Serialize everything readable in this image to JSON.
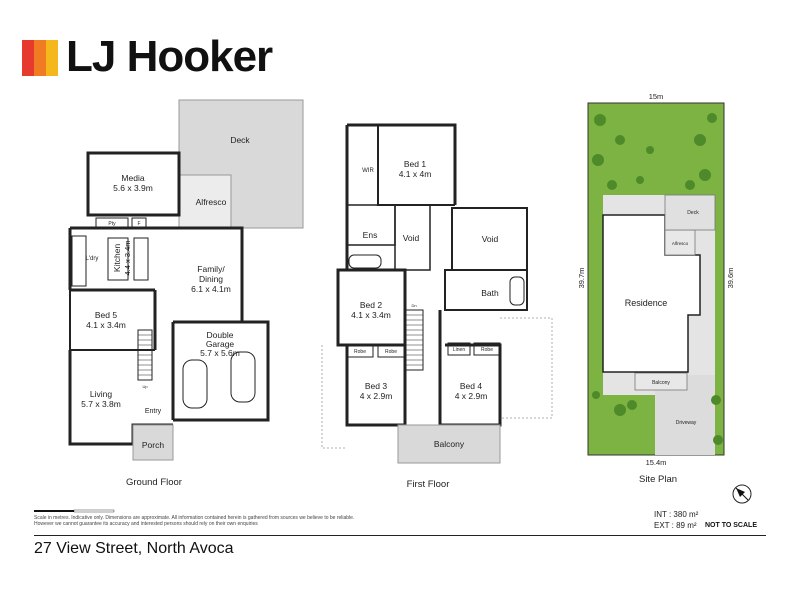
{
  "brand": {
    "name": "LJ Hooker",
    "colors": [
      "#e63a2f",
      "#f07b22",
      "#f5b81c"
    ]
  },
  "ground_floor": {
    "caption": "Ground Floor",
    "rooms": {
      "deck": "Deck",
      "media": "Media",
      "media_dim": "5.6 x 3.9m",
      "alfresco": "Alfresco",
      "pty": "Pty",
      "fridge": "F",
      "ldry": "L'dry",
      "kitchen": "Kitchen",
      "kitchen_dim": "4.4 x 3.4m",
      "family": "Family/",
      "dining": "Dining",
      "family_dim": "6.1 x 4.1m",
      "bed5": "Bed 5",
      "bed5_dim": "4.1 x 3.4m",
      "garage": "Double",
      "garage2": "Garage",
      "garage_dim": "5.7 x 5.6m",
      "living": "Living",
      "living_dim": "5.7 x 3.8m",
      "entry": "Entry",
      "porch": "Porch",
      "up": "Up"
    }
  },
  "first_floor": {
    "caption": "First Floor",
    "rooms": {
      "bed1": "Bed 1",
      "bed1_dim": "4.1 x 4m",
      "wir": "WIR",
      "ens": "Ens",
      "void1": "Void",
      "void2": "Void",
      "bath": "Bath",
      "bed2": "Bed 2",
      "bed2_dim": "4.1 x 3.4m",
      "robe1": "Robe",
      "robe2": "Robe",
      "robe3": "Robe",
      "linen": "Linen",
      "bed3": "Bed 3",
      "bed3_dim": "4 x 2.9m",
      "bed4": "Bed 4",
      "bed4_dim": "4 x 2.9m",
      "balcony": "Balcony",
      "dn": "Dn"
    }
  },
  "site_plan": {
    "caption": "Site Plan",
    "width_top": "15m",
    "width_bottom": "15.4m",
    "left_depth": "39.7m",
    "right_depth": "39.6m",
    "residence": "Residence",
    "deck": "Deck",
    "alfresco": "Alfresco",
    "balcony": "Balcony",
    "driveway": "Driveway"
  },
  "footer": {
    "disclaimer": "Scale in metres. Indicative only. Dimensions are approximate. All information contained herein is gathered from sources we believe to be reliable. However we cannot guarantee its accuracy and interested persons should rely on their own enquiries",
    "int_label": "INT :",
    "int_value": "380 m²",
    "ext_label": "EXT :",
    "ext_value": "89 m²",
    "not_to_scale": "NOT TO SCALE",
    "address": "27 View Street, North Avoca"
  }
}
